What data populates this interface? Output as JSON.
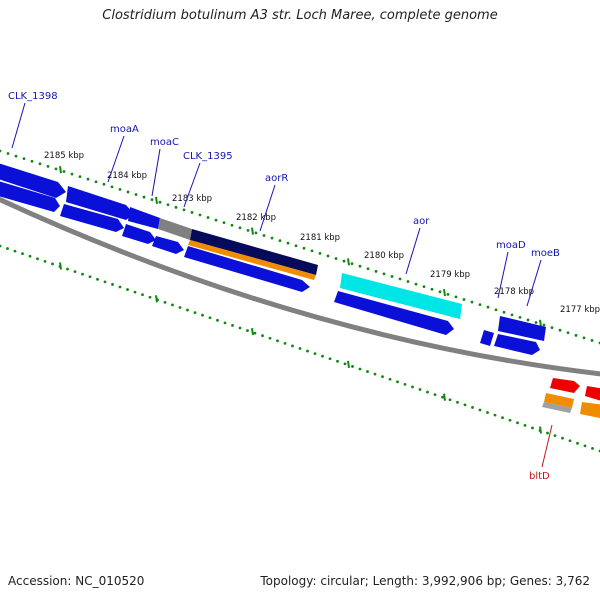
{
  "title": "Clostridium botulinum A3 str. Loch Maree, complete genome",
  "footer": {
    "accession": "Accession: NC_010520",
    "topology": "Topology: circular; Length: 3,992,906 bp; Genes: 3,762"
  },
  "ticks": [
    "2185 kbp",
    "2184 kbp",
    "2183 kbp",
    "2182 kbp",
    "2181 kbp",
    "2180 kbp",
    "2179 kbp",
    "2178 kbp",
    "2177 kbp"
  ],
  "genes": [
    "CLK_1398",
    "moaA",
    "moaC",
    "CLK_1395",
    "aorR",
    "aor",
    "moaD",
    "moeB",
    "bltD"
  ],
  "colors": {
    "cds": "#0a10d8",
    "gc_skew_high": "#00e5e5",
    "navy": "#060a5a",
    "orange": "#f08c00",
    "gray": "#808080",
    "red": "#ee0000",
    "tick": "#118811",
    "backbone": "#808080",
    "label_blue": "#1414b4",
    "label_red": "#c81414"
  }
}
